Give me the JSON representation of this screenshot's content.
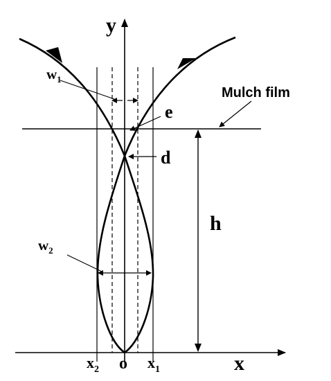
{
  "labels": {
    "y_axis": "y",
    "x_axis": "x",
    "origin": "o",
    "x1": "x",
    "x1_sub": "1",
    "x2": "x",
    "x2_sub": "2",
    "w1": "w",
    "w1_sub": "1",
    "w2": "w",
    "w2_sub": "2",
    "e": "e",
    "d": "d",
    "h": "h",
    "mulch_film": "Mulch film"
  },
  "colors": {
    "stroke": "#000000",
    "background": "#ffffff"
  }
}
